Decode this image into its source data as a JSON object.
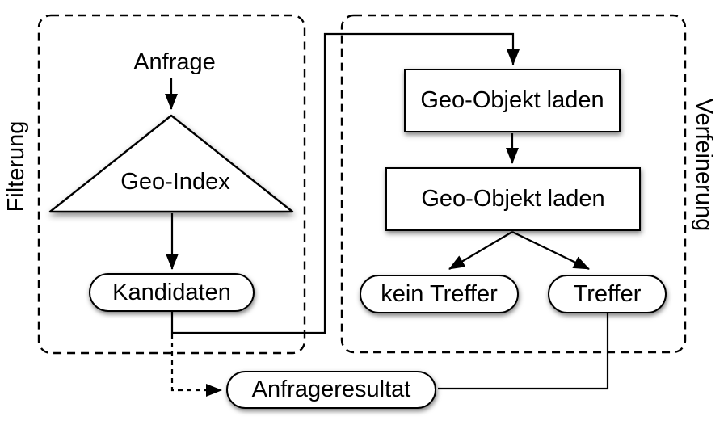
{
  "groups": {
    "filterung": {
      "label": "Filterung"
    },
    "verfeinerung": {
      "label": "Verfeinerung"
    }
  },
  "nodes": {
    "anfrage": {
      "label": "Anfrage"
    },
    "geo_index": {
      "label": "Geo-Index"
    },
    "kandidaten": {
      "label": "Kandidaten"
    },
    "geo_objekt_laden_1": {
      "label": "Geo-Objekt laden"
    },
    "geo_objekt_laden_2": {
      "label": "Geo-Objekt laden"
    },
    "kein_treffer": {
      "label": "kein Treffer"
    },
    "treffer": {
      "label": "Treffer"
    },
    "anfrageresultat": {
      "label": "Anfrageresultat"
    }
  },
  "colors": {
    "stroke": "#000000",
    "node_fill": "#ffffff",
    "background": "#ffffff"
  }
}
